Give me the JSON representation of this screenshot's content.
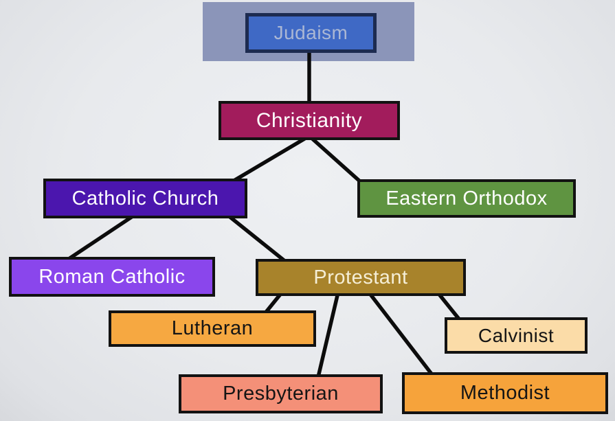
{
  "diagram": {
    "description": "Tree diagram showing branches of Christianity descending from Judaism",
    "background_color": "#e8eaed",
    "highlight_band_color": "#8b95b9",
    "edge_color": "#0c0c0c"
  },
  "nodes": {
    "judaism": {
      "label": "Judaism",
      "fill": "#3f69c5",
      "border": "#1d2b50",
      "text_color": "#aab7d4"
    },
    "christianity": {
      "label": "Christianity",
      "fill": "#a21c5c",
      "border": "#121212",
      "text_color": "#ffffff"
    },
    "catholic_church": {
      "label": "Catholic Church",
      "fill": "#4b16ae",
      "border": "#121212",
      "text_color": "#ffffff"
    },
    "eastern_orthodox": {
      "label": "Eastern Orthodox",
      "fill": "#5f9441",
      "border": "#121212",
      "text_color": "#ffffff"
    },
    "roman_catholic": {
      "label": "Roman Catholic",
      "fill": "#8a46ec",
      "border": "#121212",
      "text_color": "#ffffff"
    },
    "protestant": {
      "label": "Protestant",
      "fill": "#a8832b",
      "border": "#121212",
      "text_color": "#f5eed6"
    },
    "lutheran": {
      "label": "Lutheran",
      "fill": "#f6a841",
      "border": "#121212",
      "text_color": "#151515"
    },
    "calvinist": {
      "label": "Calvinist",
      "fill": "#fbdca8",
      "border": "#121212",
      "text_color": "#151515"
    },
    "presbyterian": {
      "label": "Presbyterian",
      "fill": "#f49078",
      "border": "#121212",
      "text_color": "#151515"
    },
    "methodist": {
      "label": "Methodist",
      "fill": "#f6a33b",
      "border": "#121212",
      "text_color": "#151515"
    }
  },
  "edges": [
    {
      "from": "judaism",
      "to": "christianity"
    },
    {
      "from": "christianity",
      "to": "catholic_church"
    },
    {
      "from": "christianity",
      "to": "eastern_orthodox"
    },
    {
      "from": "catholic_church",
      "to": "roman_catholic"
    },
    {
      "from": "catholic_church",
      "to": "protestant"
    },
    {
      "from": "protestant",
      "to": "lutheran"
    },
    {
      "from": "protestant",
      "to": "presbyterian"
    },
    {
      "from": "protestant",
      "to": "methodist"
    },
    {
      "from": "protestant",
      "to": "calvinist"
    }
  ]
}
